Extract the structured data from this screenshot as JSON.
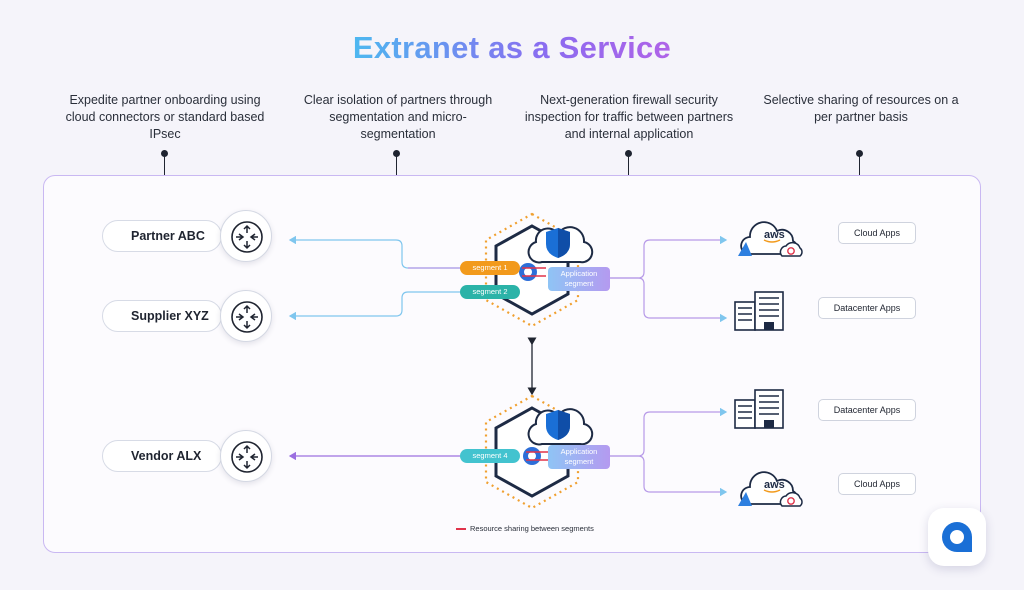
{
  "title": "Extranet as a Service",
  "captions": [
    "Expedite partner onboarding using cloud connectors or standard based IPsec",
    "Clear isolation of partners through segmentation and micro-segmentation",
    "Next-generation firewall security inspection for traffic between partners and internal application",
    "Selective sharing of resources on a per partner basis"
  ],
  "partners": [
    "Partner ABC",
    "Supplier XYZ",
    "Vendor ALX"
  ],
  "segments": {
    "seg1": "segment 1",
    "seg2": "segment 2",
    "seg4": "segment 4",
    "app_line1": "Application",
    "app_line2": "segment"
  },
  "apps": {
    "top_cloud": "Cloud Apps",
    "top_dc": "Datacenter Apps",
    "bottom_dc": "Datacenter Apps",
    "bottom_cloud": "Cloud Apps"
  },
  "aws_label": "aws",
  "legend": "Resource sharing between segments",
  "colors": {
    "partner_line": "#7fc6ee",
    "app_line": "#b79ae8",
    "vendor_line": "#9b6fe0",
    "seg1": "#f29a1c",
    "seg2": "#2bb3a8",
    "seg4": "#43c3cf",
    "hex_dots": "#f0a030",
    "hex_body": "#1d2a44",
    "shield": "#1a6fd6",
    "legend_line": "#e0334a"
  }
}
